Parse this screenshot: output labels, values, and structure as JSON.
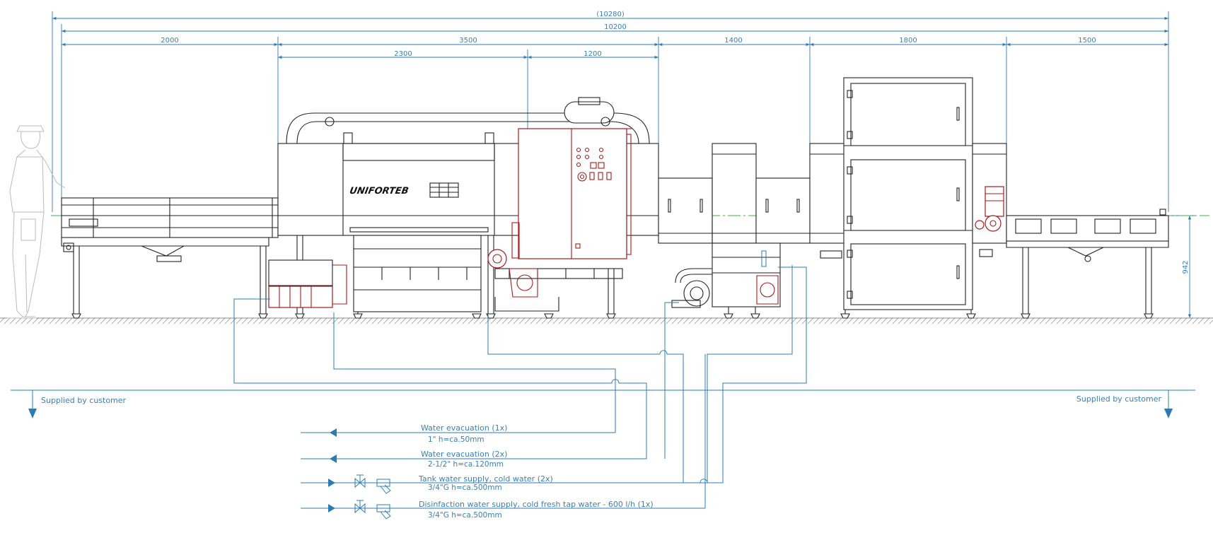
{
  "dimensions": {
    "overall_ref": "(10280)",
    "overall": "10200",
    "seg_infeed": "2000",
    "seg_washer": "3500",
    "seg_washer_a": "2300",
    "seg_washer_b": "1200",
    "seg_mid": "1400",
    "seg_cabinet": "1800",
    "seg_outfeed": "1500",
    "height": "942"
  },
  "logo": "UNIFORTEB",
  "customer_notes": {
    "left": "Supplied by customer",
    "right": "Supplied by customer"
  },
  "connections": [
    {
      "label": "Water evacuation (1x)",
      "spec": "1\" h=ca.50mm"
    },
    {
      "label": "Water evacuation (2x)",
      "spec": "2-1/2\" h=ca.120mm"
    },
    {
      "label": "Tank water supply, cold water (2x)",
      "spec": "3/4\"G h=ca.500mm"
    },
    {
      "label": "Disinfaction water supply, cold fresh tap water - 600 l/h (1x)",
      "spec": "3/4\"G h=ca.500mm"
    }
  ],
  "colors": {
    "machine": "#222222",
    "highlight": "#a81a1a",
    "annotation": "#2e7bb4",
    "centerline": "#3bb34a"
  }
}
